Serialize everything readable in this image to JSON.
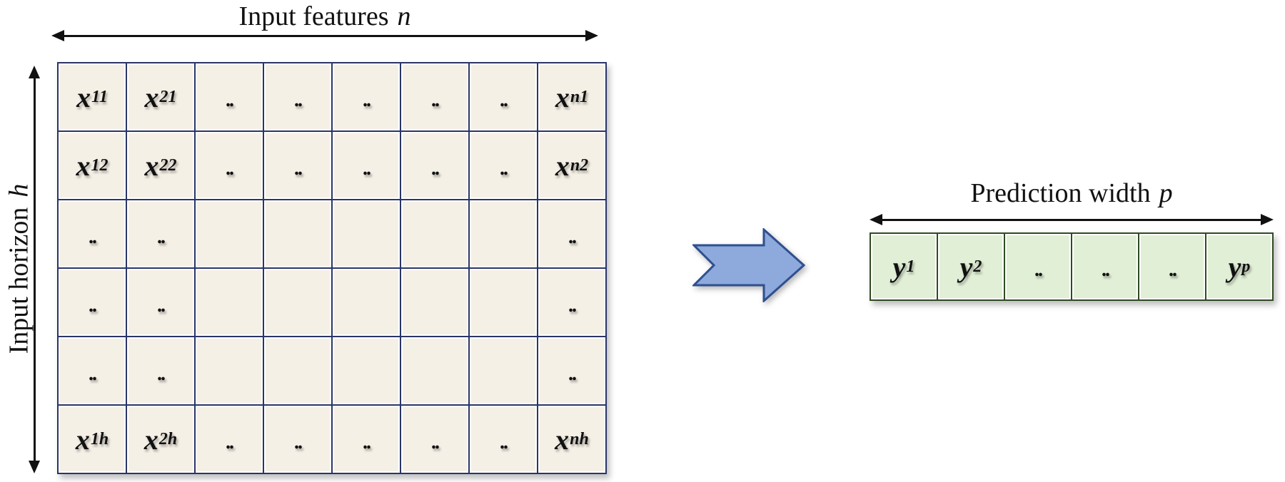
{
  "input": {
    "features_label": "Input features",
    "features_var": "n",
    "horizon_label": "Input horizon",
    "horizon_var": "h",
    "rows": [
      [
        [
          "x",
          "11"
        ],
        [
          "x",
          "21"
        ],
        [
          "..",
          ""
        ],
        [
          "..",
          ""
        ],
        [
          "..",
          ""
        ],
        [
          "..",
          ""
        ],
        [
          "..",
          ""
        ],
        [
          "x",
          "n1"
        ]
      ],
      [
        [
          "x",
          "12"
        ],
        [
          "x",
          "22"
        ],
        [
          "..",
          ""
        ],
        [
          "..",
          ""
        ],
        [
          "..",
          ""
        ],
        [
          "..",
          ""
        ],
        [
          "..",
          ""
        ],
        [
          "x",
          "n2"
        ]
      ],
      [
        [
          "..",
          ""
        ],
        [
          "..",
          ""
        ],
        [
          "",
          ""
        ],
        [
          "",
          ""
        ],
        [
          "",
          ""
        ],
        [
          "",
          ""
        ],
        [
          "",
          ""
        ],
        [
          "..",
          ""
        ]
      ],
      [
        [
          "..",
          ""
        ],
        [
          "..",
          ""
        ],
        [
          "",
          ""
        ],
        [
          "",
          ""
        ],
        [
          "",
          ""
        ],
        [
          "",
          ""
        ],
        [
          "",
          ""
        ],
        [
          "..",
          ""
        ]
      ],
      [
        [
          "..",
          ""
        ],
        [
          "..",
          ""
        ],
        [
          "",
          ""
        ],
        [
          "",
          ""
        ],
        [
          "",
          ""
        ],
        [
          "",
          ""
        ],
        [
          "",
          ""
        ],
        [
          "..",
          ""
        ]
      ],
      [
        [
          "x",
          "1h"
        ],
        [
          "x",
          "2h"
        ],
        [
          "..",
          ""
        ],
        [
          "..",
          ""
        ],
        [
          "..",
          ""
        ],
        [
          "..",
          ""
        ],
        [
          "..",
          ""
        ],
        [
          "x",
          "nh"
        ]
      ]
    ]
  },
  "output": {
    "width_label": "Prediction width",
    "width_var": "p",
    "cells": [
      [
        "y",
        "1"
      ],
      [
        "y",
        "2"
      ],
      [
        "..",
        ""
      ],
      [
        "..",
        ""
      ],
      [
        "..",
        ""
      ],
      [
        "y",
        "p"
      ]
    ]
  },
  "colors": {
    "input_cell": "#f5f0e6",
    "input_border": "#2a3566",
    "output_cell": "#e1efd6",
    "output_border": "#2f4a22",
    "arrow_fill": "#8ea9db",
    "arrow_stroke": "#2f4f8f"
  },
  "icons": {
    "transform_arrow": "right-block-arrow-icon"
  }
}
